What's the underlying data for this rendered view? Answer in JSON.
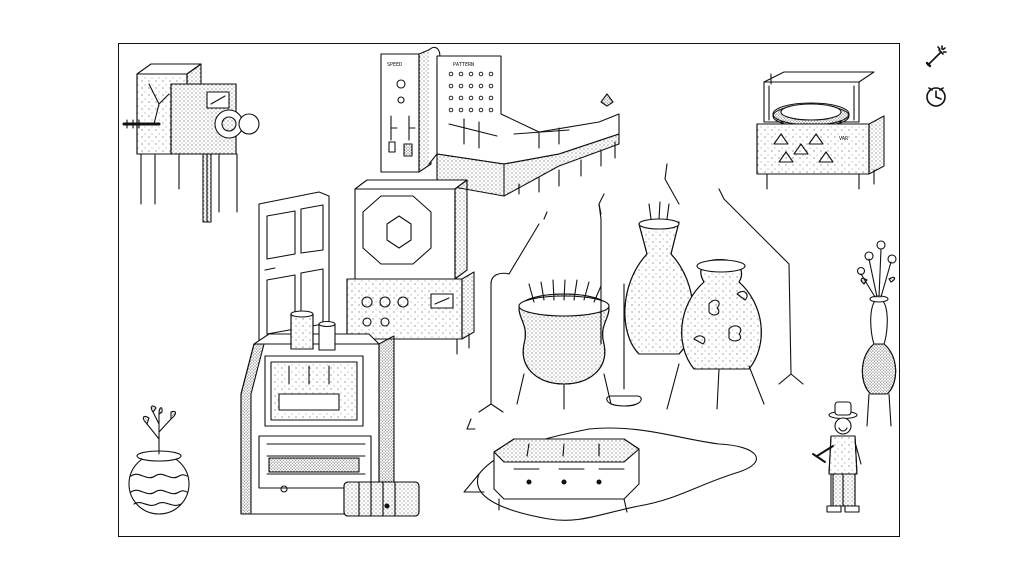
{
  "toolbar": {
    "tools": [
      {
        "id": "wand",
        "icon": "magic-wand-icon"
      },
      {
        "id": "clock",
        "icon": "clock-icon"
      }
    ]
  },
  "scene": {
    "machine_labels": {
      "pattern": "PATTERN",
      "speed": "SPEED",
      "var": "VAR"
    }
  },
  "colors": {
    "ink": "#111111",
    "paper": "#ffffff"
  }
}
